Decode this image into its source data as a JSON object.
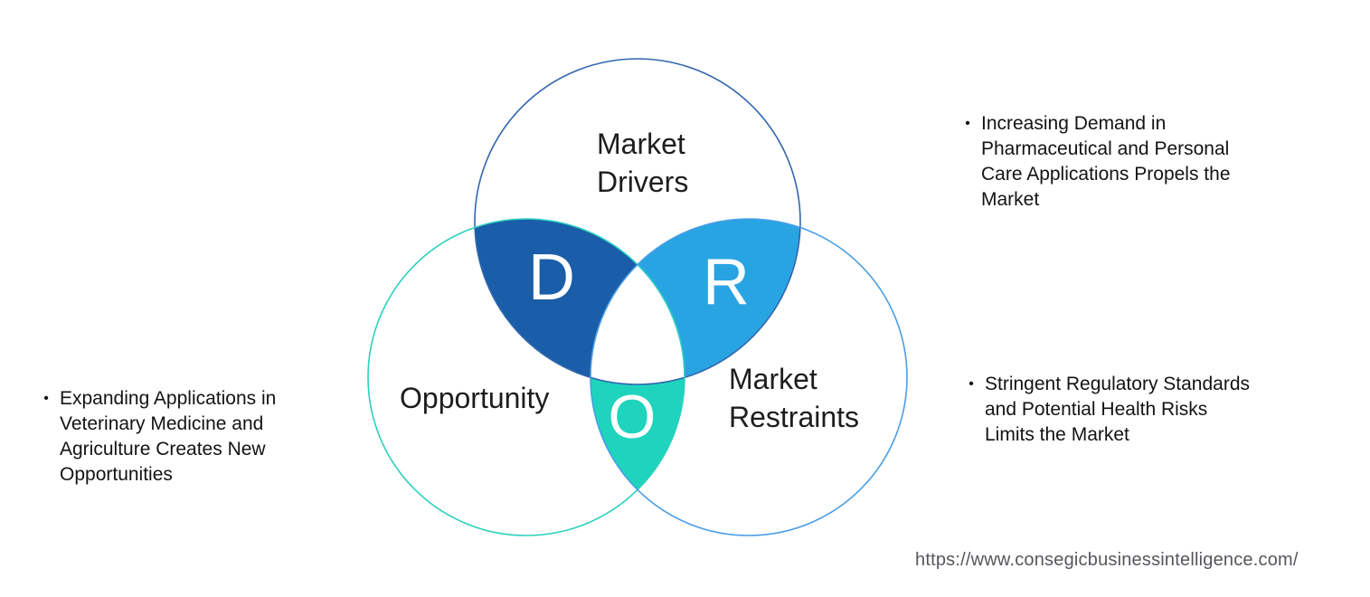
{
  "venn": {
    "drivers": {
      "label": "Market Drivers",
      "letter": "D",
      "fill": "#1A5DA8",
      "outline": "#3166AE"
    },
    "opportunity": {
      "label": "Opportunity",
      "letter": "O",
      "fill": "#1FD4BC",
      "outline": "#2BD1BE"
    },
    "restraints": {
      "label": "Market Restraints",
      "letter": "R",
      "fill": "#29A4E2",
      "outline": "#4A9EE8"
    }
  },
  "bullets": {
    "left": {
      "marker": "•",
      "lines": [
        "Expanding Applications in",
        "Veterinary Medicine and",
        "Agriculture Creates New",
        "Opportunities"
      ]
    },
    "right_top": {
      "marker": "•",
      "lines": [
        "Increasing Demand in",
        "Pharmaceutical and Personal",
        "Care Applications Propels the",
        "Market"
      ]
    },
    "right_bottom": {
      "marker": "•",
      "lines": [
        "Stringent Regulatory Standards",
        "and Potential Health Risks",
        "Limits the Market"
      ]
    }
  },
  "footer": {
    "url": "https://www.consegicbusinessintelligence.com/"
  }
}
